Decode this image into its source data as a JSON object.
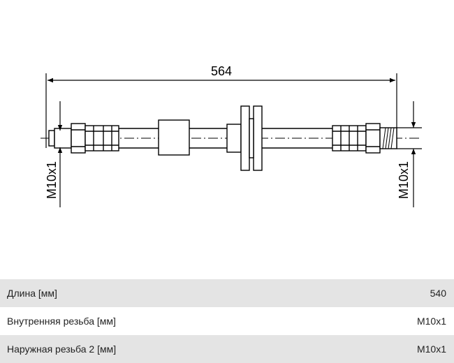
{
  "drawing": {
    "length_label": "564",
    "left_thread_label": "M10x1",
    "right_thread_label": "M10x1"
  },
  "specs": [
    {
      "label": "Длина [мм]",
      "value": "540"
    },
    {
      "label": "Внутренняя резьба [мм]",
      "value": "M10x1"
    },
    {
      "label": "Наружная резьба 2 [мм]",
      "value": "M10x1"
    }
  ]
}
